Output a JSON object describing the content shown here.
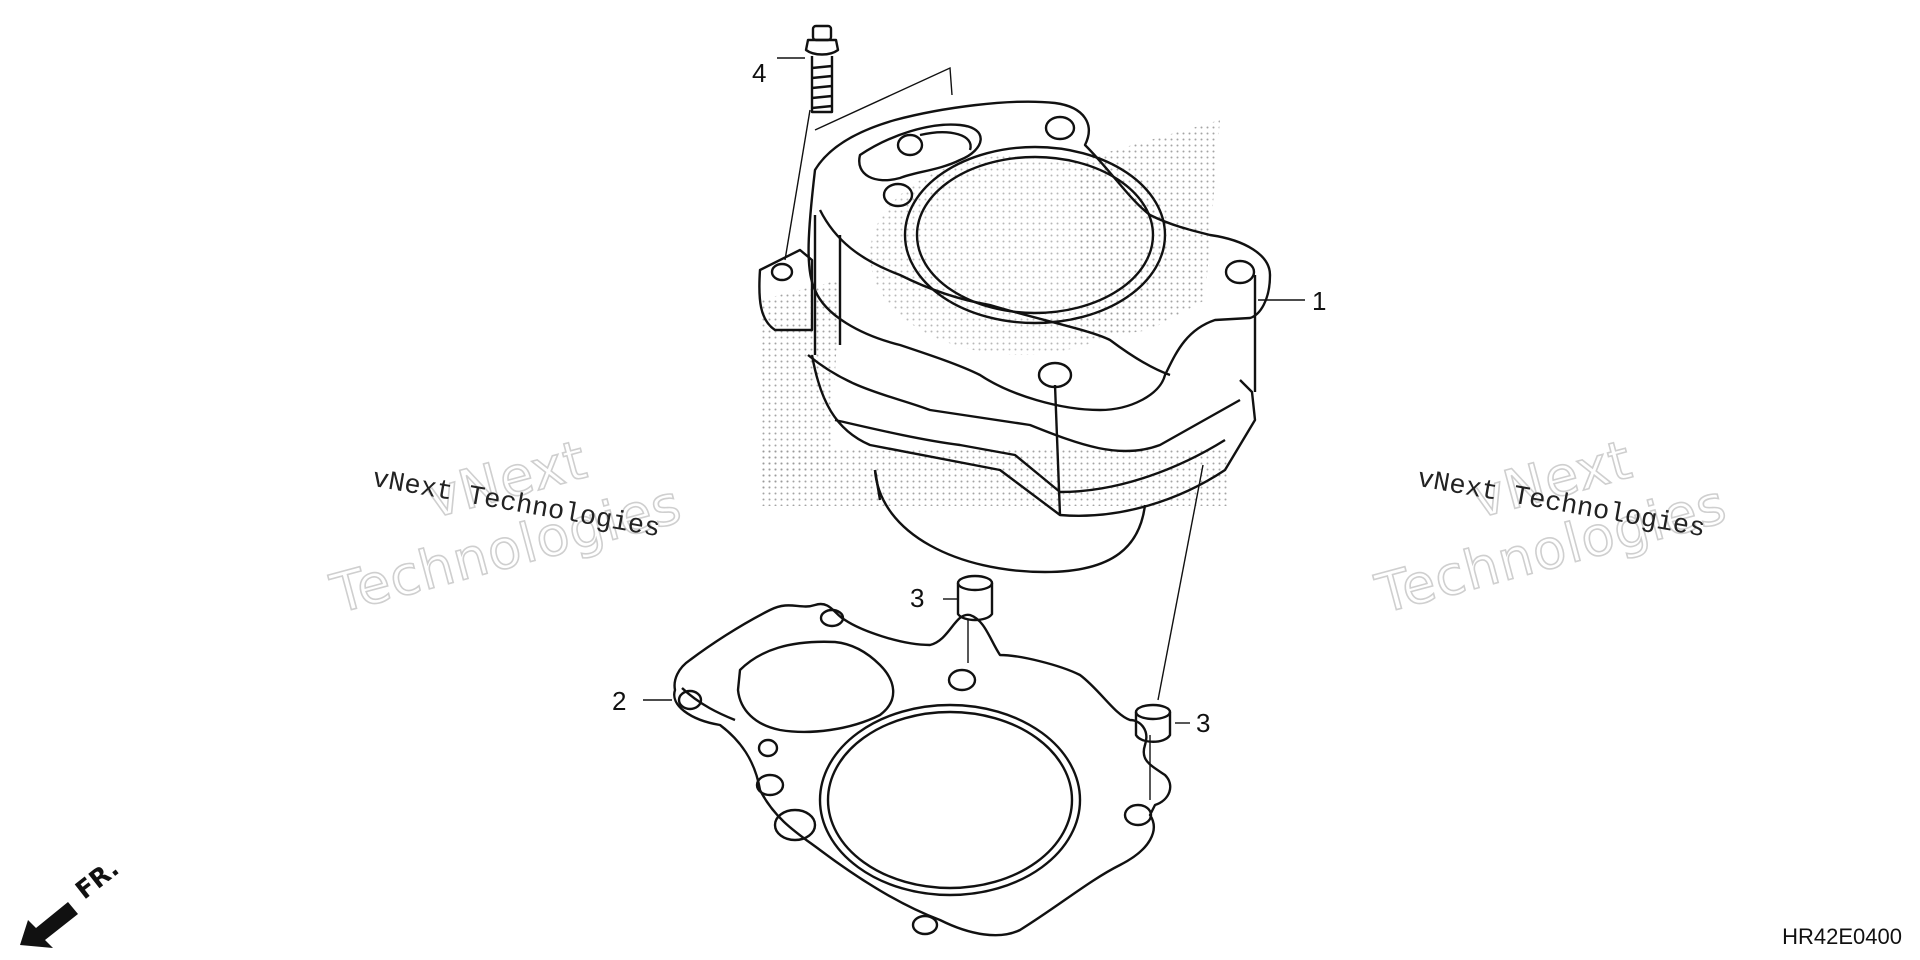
{
  "diagram": {
    "callouts": {
      "c1": "1",
      "c2": "2",
      "c3a": "3",
      "c3b": "3",
      "c4": "4"
    },
    "watermark": {
      "company_line": "vNext Technologies",
      "big_line1": "vNext",
      "big_line2": "Technologies"
    },
    "direction_label": "FR.",
    "diagram_code": "HR42E0400"
  }
}
